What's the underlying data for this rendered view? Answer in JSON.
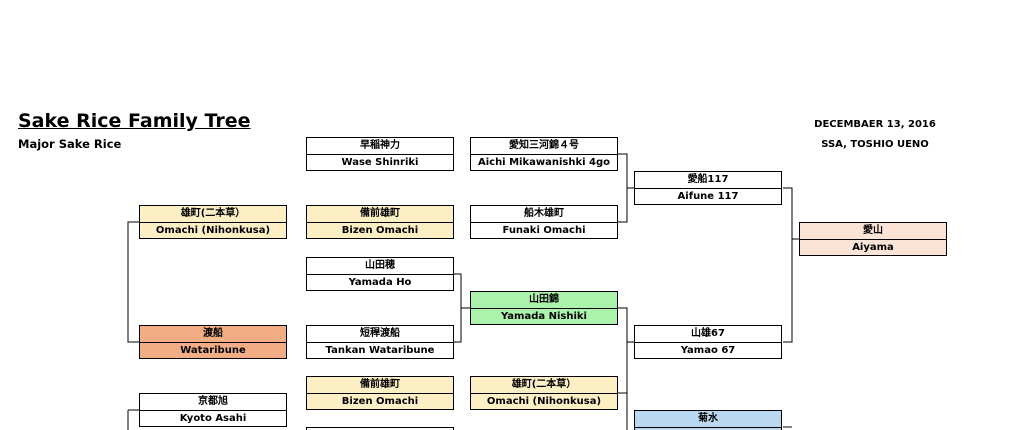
{
  "header": {
    "title": "Sake Rice Family Tree",
    "subtitle": "Major Sake Rice",
    "date": "DECEMBAER 13, 2016",
    "author": "SSA, TOSHIO UENO"
  },
  "nodes": {
    "wase_shinriki": {
      "jp": "早稲神力",
      "en": "Wase Shinriki"
    },
    "aichi_mikawanishiki": {
      "jp": "愛知三河錦４号",
      "en": "Aichi Mikawanishki 4go"
    },
    "aifune": {
      "jp": "愛船117",
      "en": "Aifune 117"
    },
    "omachi_nihonkusa_left": {
      "jp": "雄町(二本草）",
      "en": "Omachi (Nihonkusa)"
    },
    "bizen_omachi_1": {
      "jp": "備前雄町",
      "en": "Bizen Omachi"
    },
    "funaki_omachi": {
      "jp": "船木雄町",
      "en": "Funaki Omachi"
    },
    "aiyama": {
      "jp": "愛山",
      "en": "Aiyama"
    },
    "yamada_ho": {
      "jp": "山田穂",
      "en": "Yamada Ho"
    },
    "yamada_nishiki": {
      "jp": "山田錦",
      "en": "Yamada Nishiki"
    },
    "wataribune": {
      "jp": "渡船",
      "en": "Wataribune"
    },
    "tankan_wataribune": {
      "jp": "短稈渡船",
      "en": "Tankan Wataribune"
    },
    "yamao": {
      "jp": "山雄67",
      "en": "Yamao 67"
    },
    "bizen_omachi_2": {
      "jp": "備前雄町",
      "en": "Bizen Omachi"
    },
    "omachi_nihonkusa_right": {
      "jp": "雄町(二本草）",
      "en": "Omachi (Nihonkusa)"
    },
    "kyoto_asahi": {
      "jp": "京都旭",
      "en": "Kyoto Asahi"
    },
    "kikusui": {
      "jp": "菊水",
      "en": ""
    }
  }
}
